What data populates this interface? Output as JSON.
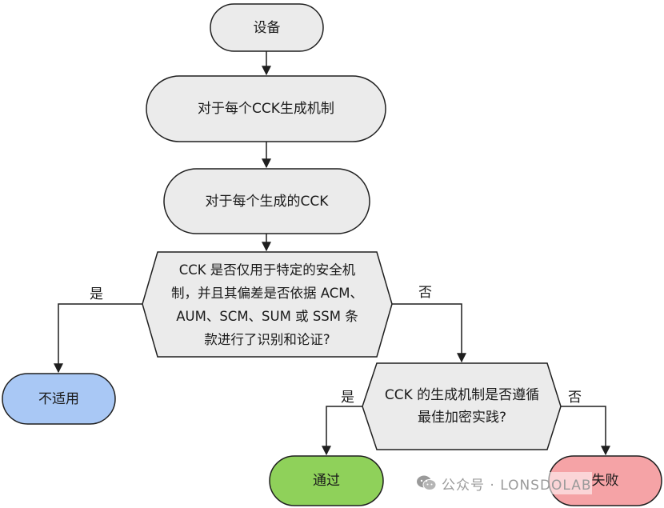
{
  "nodes": {
    "device": "设备",
    "per_mechanism": "对于每个CCK生成机制",
    "per_cck": "对于每个生成的CCK",
    "decision_1": "CCK 是否仅用于特定的安全机\n制，并且其偏差是否依据 ACM、\nAUM、SCM、SUM 或 SSM 条\n款进行了识别和论证?",
    "not_applicable": "不适用",
    "decision_2": "CCK 的生成机制是否遵循\n最佳加密实践?",
    "pass": "通过",
    "fail": "失败"
  },
  "edges": {
    "d1_yes": "是",
    "d1_no": "否",
    "d2_yes": "是",
    "d2_no": "否"
  },
  "watermark": {
    "text": "公众号 · LONSDOLAB"
  },
  "colors": {
    "process_fill": "#ebebeb",
    "stroke": "#1f1f1f",
    "not_applicable_fill": "#a9c8f5",
    "pass_fill": "#8fd15a",
    "fail_fill": "#f5a3a6",
    "watermark": "#9a9a9a"
  }
}
